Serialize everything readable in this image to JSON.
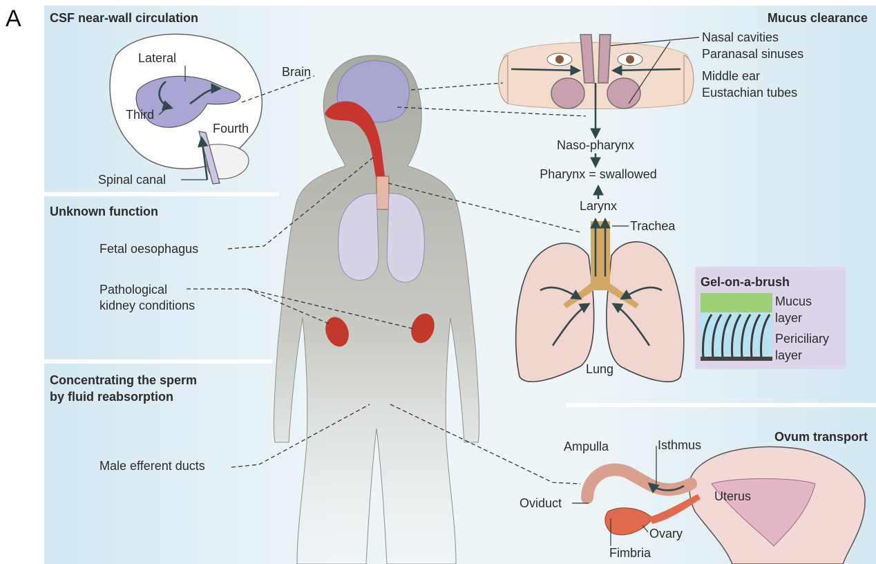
{
  "panel_letter": "A",
  "csf": {
    "title": "CSF near-wall circulation",
    "lateral": "Lateral",
    "third": "Third",
    "fourth": "Fourth",
    "spinal_canal": "Spinal canal",
    "brain": "Brain"
  },
  "unknown": {
    "title": "Unknown function",
    "fetal": "Fetal oesophagus",
    "kidney_line1": "Pathological",
    "kidney_line2": "kidney conditions"
  },
  "sperm": {
    "title_line1": "Concentrating the sperm",
    "title_line2": "by fluid reabsorption",
    "ducts": "Male efferent ducts"
  },
  "mucus": {
    "title": "Mucus clearance",
    "nasal": "Nasal cavities",
    "paranasal": "Paranasal sinuses",
    "middle_ear": "Middle ear",
    "eustachian": "Eustachian tubes",
    "nasopharynx": "Naso-pharynx",
    "pharynx": "Pharynx = swallowed",
    "larynx": "Larynx",
    "trachea": "Trachea",
    "lung": "Lung"
  },
  "gel": {
    "title": "Gel-on-a-brush",
    "mucus_line1": "Mucus",
    "mucus_line2": "layer",
    "peri_line1": "Periciliary",
    "peri_line2": "layer"
  },
  "ovum": {
    "title": "Ovum transport",
    "ampulla": "Ampulla",
    "isthmus": "Isthmus",
    "oviduct": "Oviduct",
    "uterus": "Uterus",
    "ovary": "Ovary",
    "fimbria": "Fimbria"
  },
  "colors": {
    "panel_bg": "#d6e9f2",
    "body": "#b9bbb3",
    "brain": "#a9a6d2",
    "lung": "#d7d2e6",
    "airway": "#c7362e",
    "kidney": "#c0392b",
    "flow_arrow": "#2f4a4a"
  }
}
